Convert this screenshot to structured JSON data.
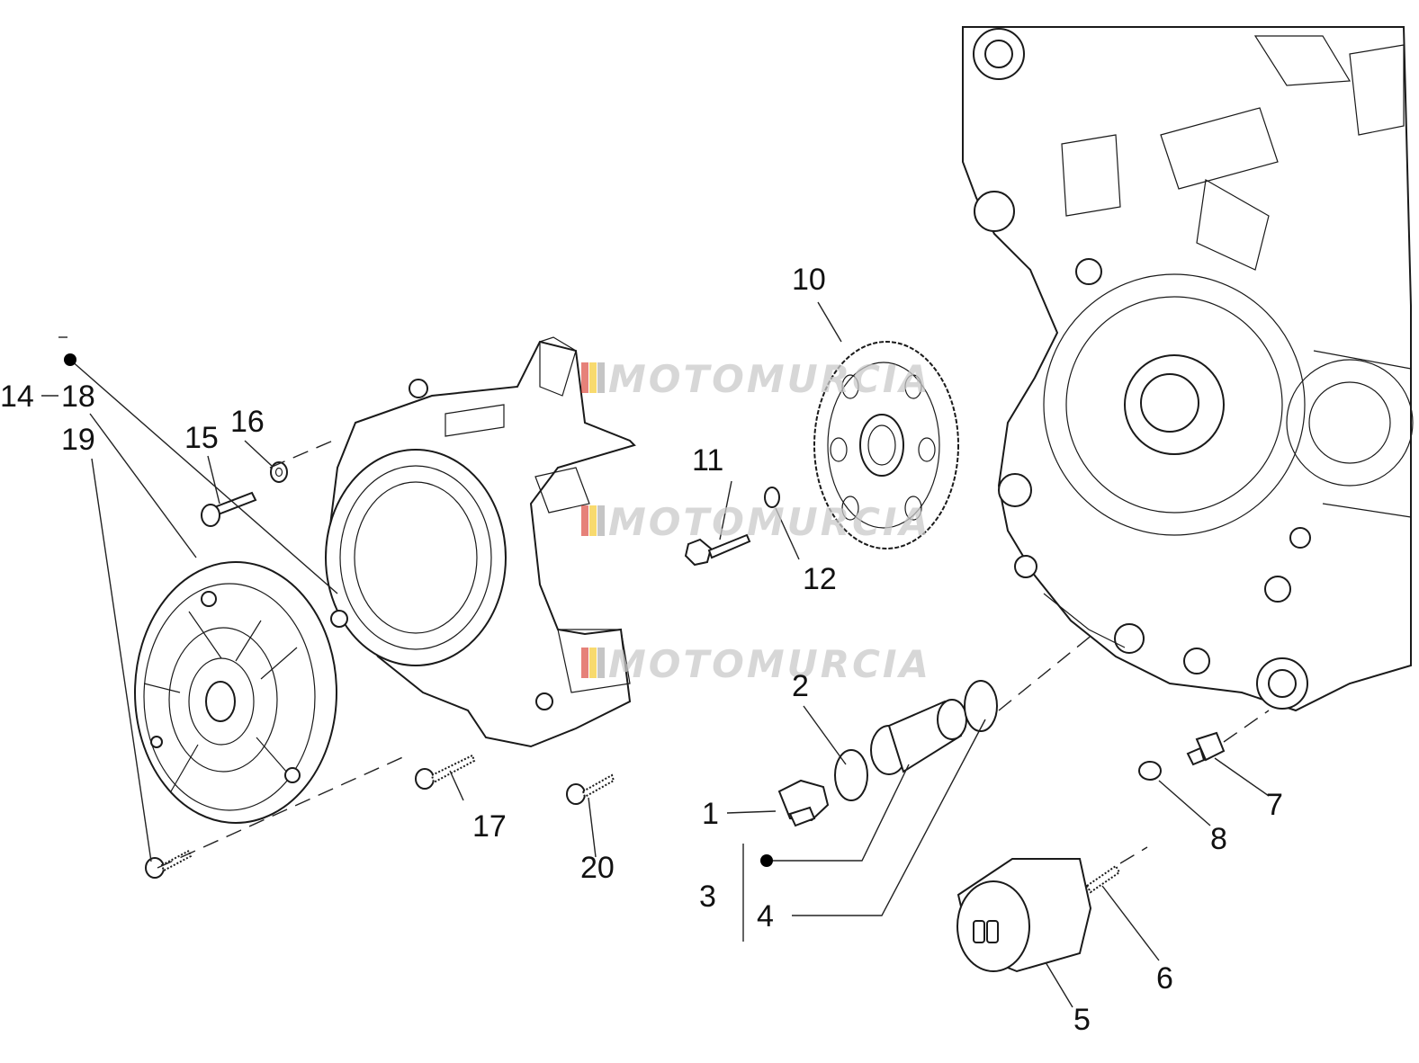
{
  "watermark": {
    "text": "MOTOMURCIA",
    "flag_colors": [
      "#d62d20",
      "#f4c20d",
      "#9e9e9e"
    ]
  },
  "callouts": {
    "c1": "1",
    "c2": "2",
    "c3": "3",
    "c4": "4",
    "c5": "5",
    "c6": "6",
    "c7": "7",
    "c8": "8",
    "c10": "10",
    "c11": "11",
    "c12": "12",
    "c14": "14",
    "c15": "15",
    "c16": "16",
    "c17": "17",
    "c18": "18",
    "c19": "19",
    "c20": "20"
  }
}
